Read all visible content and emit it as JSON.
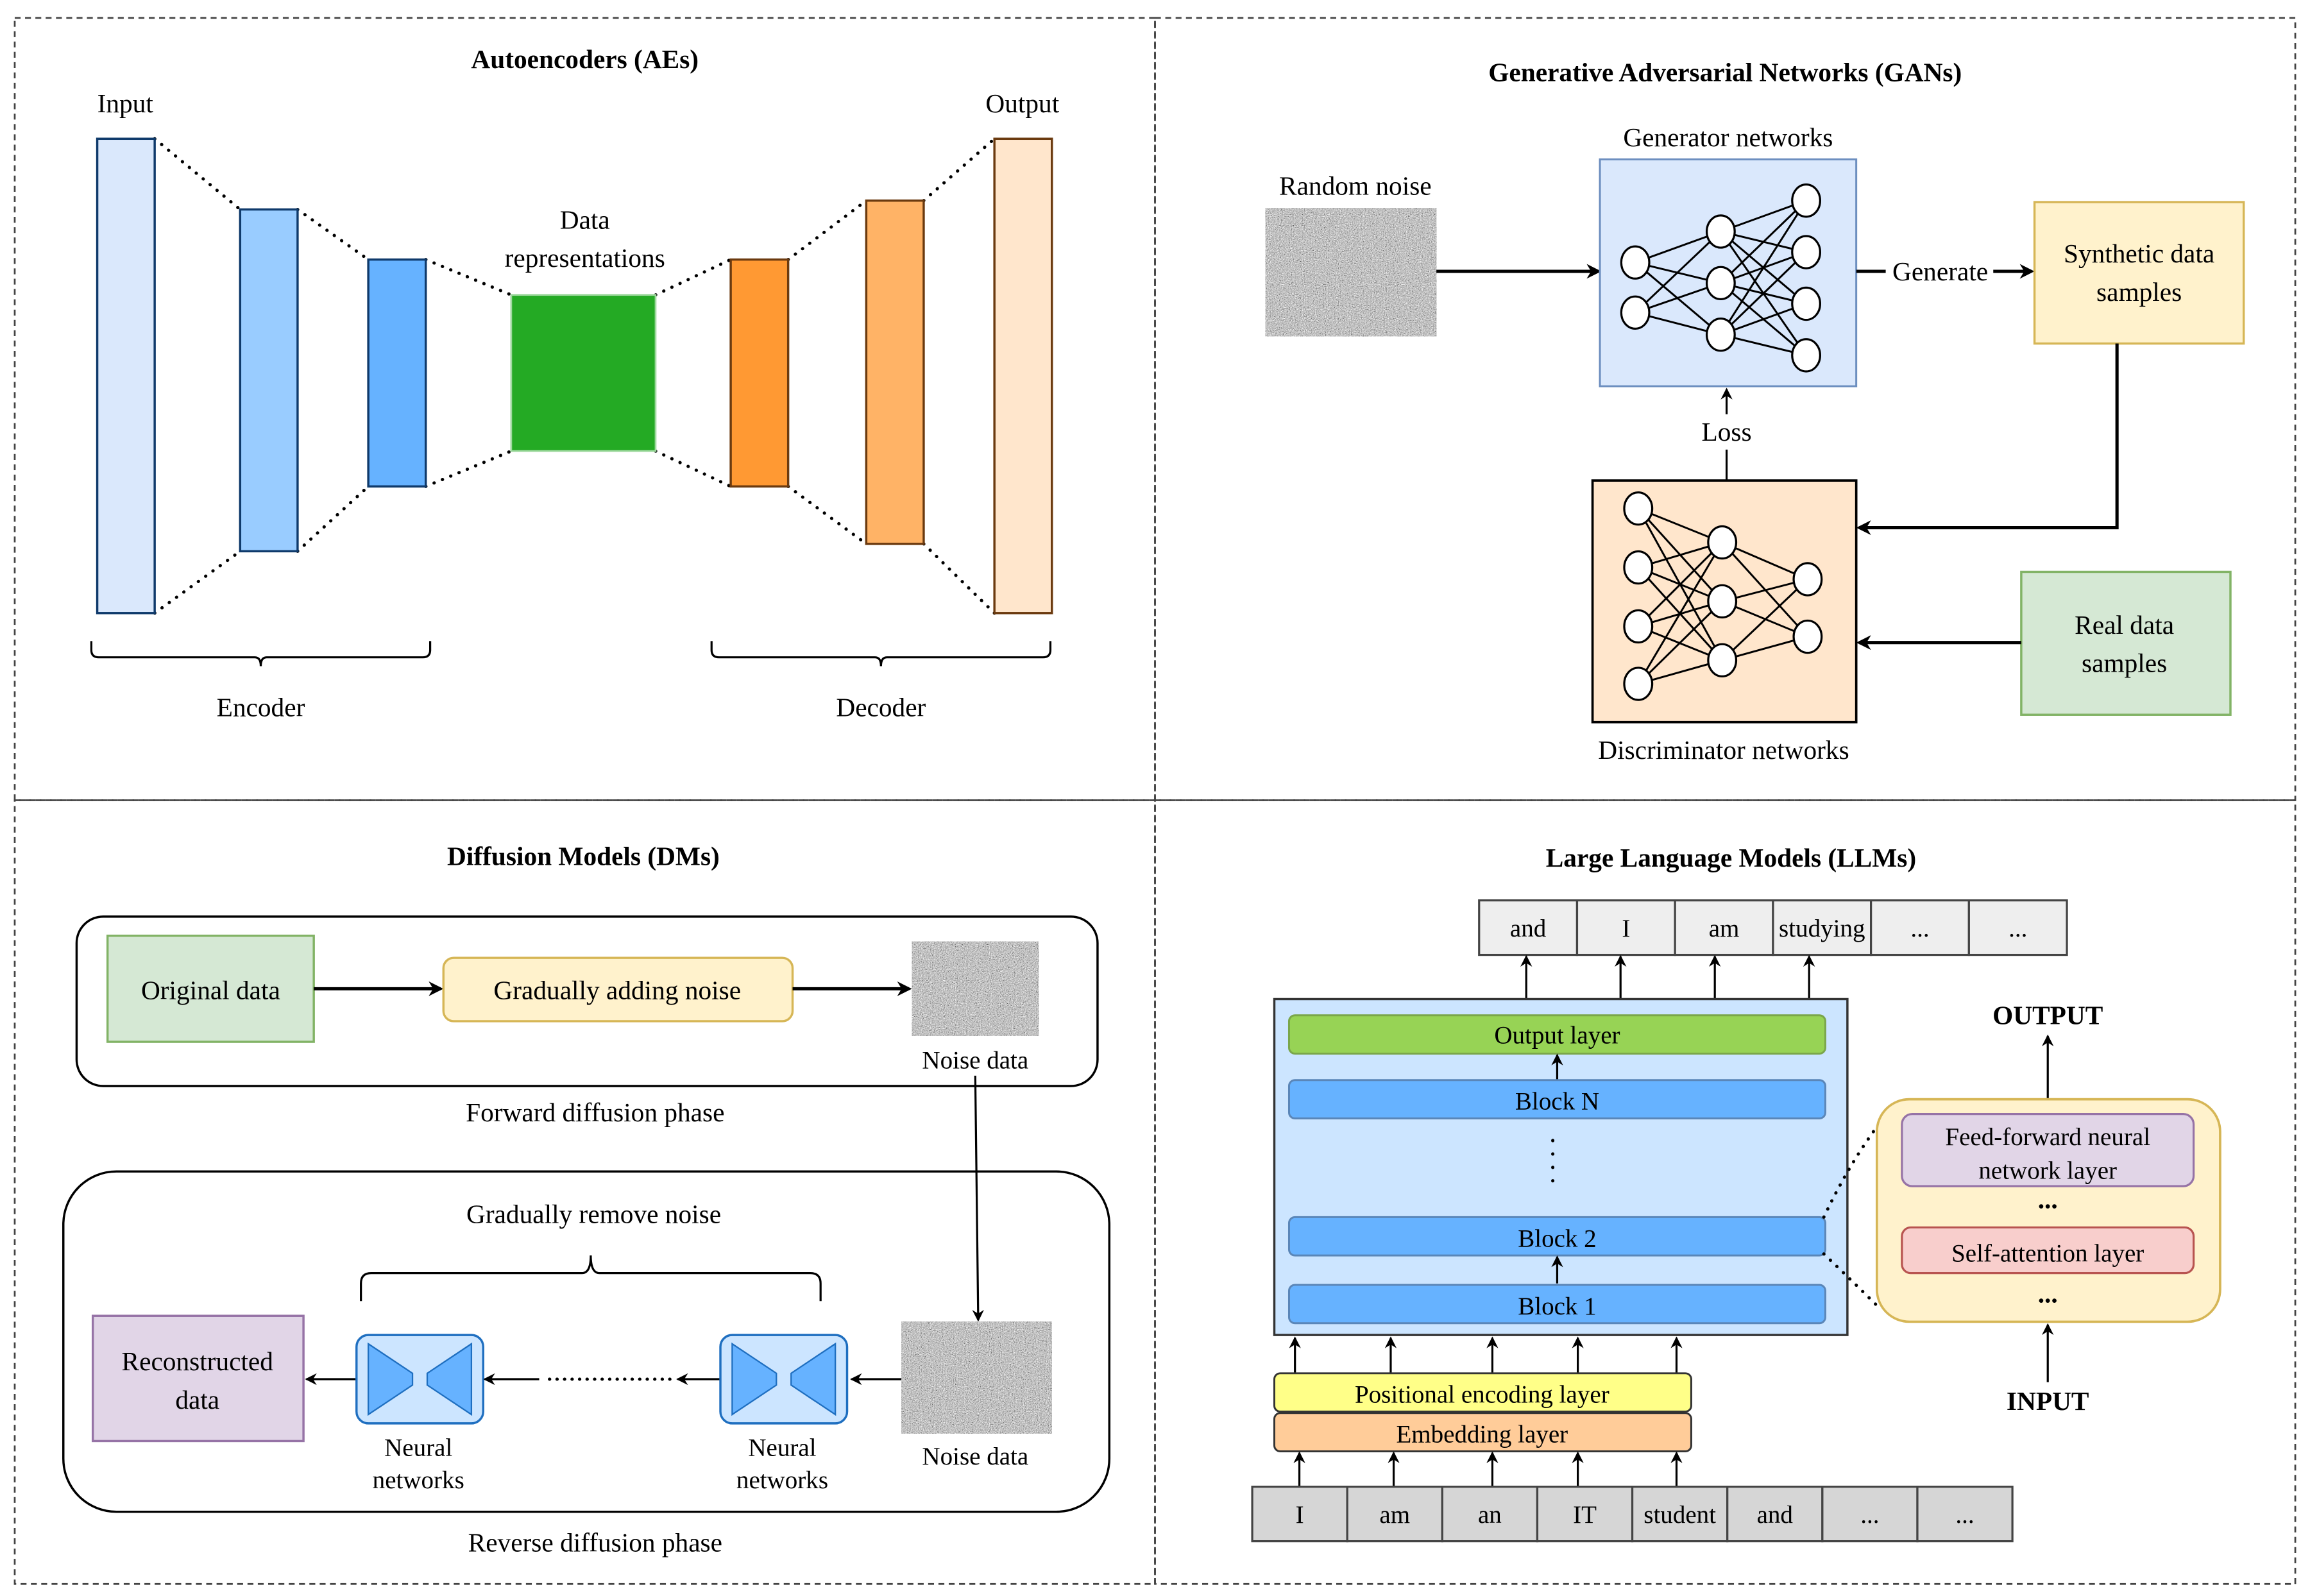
{
  "autoencoders": {
    "title": "Autoencoders (AEs)",
    "input_label": "Input",
    "output_label": "Output",
    "representation_label_line1": "Data",
    "representation_label_line2": "representations",
    "encoder_label": "Encoder",
    "decoder_label": "Decoder",
    "colors": {
      "input": "#dae8fc",
      "enc2": "#99ccff",
      "enc3": "#66b2ff",
      "latent": "#24aa24",
      "dec1": "#ff9933",
      "dec2": "#ffb366",
      "output": "#ffe6cc",
      "encoder_stroke": "#0f3a6b",
      "decoder_stroke": "#6b3a0f"
    }
  },
  "gans": {
    "title": "Generative Adversarial Networks (GANs)",
    "random_noise_label": "Random noise",
    "generator_label": "Generator networks",
    "generate_label": "Generate",
    "synthetic_label_line1": "Synthetic data",
    "synthetic_label_line2": "samples",
    "loss_label": "Loss",
    "discriminator_label": "Discriminator networks",
    "real_label_line1": "Real data",
    "real_label_line2": "samples",
    "colors": {
      "generator_fill": "#dae8fc",
      "generator_stroke": "#6c8ebf",
      "discriminator_fill": "#ffe6cc",
      "synthetic_fill": "#fff2cc",
      "synthetic_stroke": "#d6b656",
      "real_fill": "#d5e8d4",
      "real_stroke": "#82b366"
    }
  },
  "diffusion": {
    "title": "Diffusion Models (DMs)",
    "original_data_label": "Original data",
    "adding_noise_label": "Gradually adding noise",
    "noise_data_label": "Noise data",
    "forward_phase_label": "Forward diffusion phase",
    "remove_noise_label": "Gradually remove noise",
    "reconstructed_label_line1": "Reconstructed",
    "reconstructed_label_line2": "data",
    "neural_label_line1": "Neural",
    "neural_label_line2": "networks",
    "noise_data_label_2": "Noise data",
    "reverse_phase_label": "Reverse diffusion phase",
    "colors": {
      "original_fill": "#d5e8d4",
      "original_stroke": "#82b366",
      "adding_fill": "#fff2cc",
      "adding_stroke": "#d6b656",
      "reconstructed_fill": "#e1d5e7",
      "reconstructed_stroke": "#9673a6",
      "nn_fill": "#cce5ff",
      "nn_stroke": "#1f6fc0",
      "nn_tri": "#66b2ff"
    }
  },
  "llms": {
    "title": "Large Language Models (LLMs)",
    "output_tokens": [
      "and",
      "I",
      "am",
      "studying",
      "...",
      "..."
    ],
    "input_tokens": [
      "I",
      "am",
      "an",
      "IT",
      "student",
      "and",
      "...",
      "..."
    ],
    "output_layer_label": "Output layer",
    "block_n_label": "Block N",
    "block_2_label": "Block 2",
    "block_1_label": "Block 1",
    "positional_label": "Positional encoding layer",
    "embedding_label": "Embedding layer",
    "output_caption": "OUTPUT",
    "input_caption": "INPUT",
    "ffn_label_line1": "Feed-forward neural",
    "ffn_label_line2": "network layer",
    "self_attention_label": "Self-attention layer",
    "ellipsis": "...",
    "colors": {
      "token_fill": "#eeeeee",
      "input_token_fill": "#d6d6d6",
      "stack_fill": "#cce5ff",
      "output_layer": "#97d355",
      "block": "#66b2ff",
      "positional": "#ffff88",
      "embedding": "#ffcc99",
      "detail_fill": "#fff2cc",
      "detail_stroke": "#d6b656",
      "ffn_fill": "#e1d5e7",
      "ffn_stroke": "#9673a6",
      "sa_fill": "#f8cecc",
      "sa_stroke": "#b85450"
    }
  }
}
